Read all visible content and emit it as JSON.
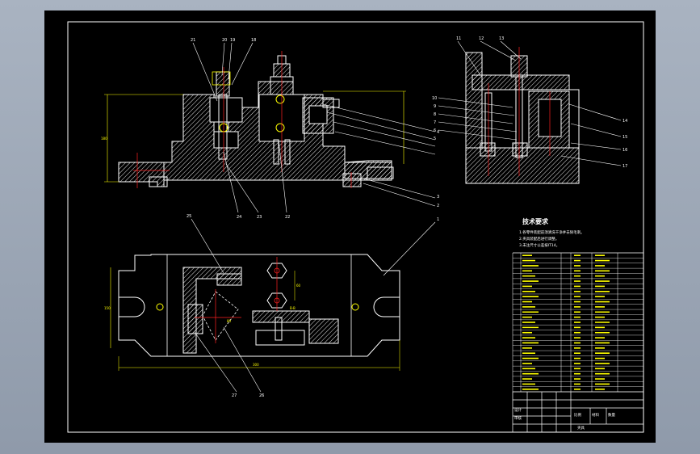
{
  "drawing": {
    "front_view_callouts": [
      "21",
      "20",
      "19",
      "18",
      "24",
      "23",
      "22"
    ],
    "side_view_callouts": [
      "11",
      "12",
      "13",
      "10",
      "9",
      "8",
      "7",
      "6",
      "5",
      "14",
      "15",
      "16",
      "17"
    ],
    "plan_view_callouts": [
      "25",
      "27",
      "26"
    ],
    "right_callouts": [
      "1",
      "2",
      "3",
      "4"
    ],
    "dims": {
      "front_height": "180",
      "plan_width": "150",
      "plan_length": "300",
      "small_a": "60",
      "small_b": "80",
      "sec_label": "B-B"
    }
  },
  "tech_requirements": {
    "title": "技术要求",
    "lines": [
      "1.各零件装配前须清洗干净并去除毛刺。",
      "2.夹具装配后进行调整。",
      "3.未注尺寸公差按IT14。"
    ]
  },
  "parts_list": {
    "rows": 27
  },
  "title_block": {
    "cell_a": "设计",
    "cell_b": "审核",
    "cell_c": "比例",
    "cell_d": "材料",
    "cell_e": "数量",
    "cell_f": "夹具"
  },
  "colors": {
    "outline": "#ffffff",
    "hatch": "#ffffff",
    "center": "#ff2020",
    "dimension": "#ffff00",
    "table": "#ffffff"
  }
}
